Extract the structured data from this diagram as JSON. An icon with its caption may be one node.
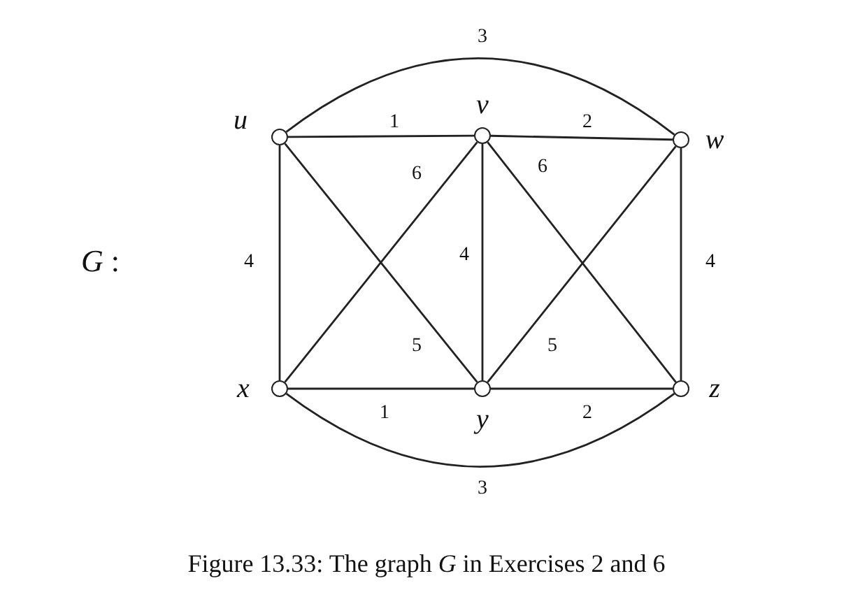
{
  "diagram": {
    "caption": "Figure 13.33: The graph *G* in Exercises 2 and 6",
    "nodes": [
      {
        "text": [],
        "shape": "circle",
        "beside": [
          "u"
        ]
      },
      {
        "text": [],
        "shape": "circle",
        "beside": [
          "v"
        ]
      },
      {
        "text": [],
        "shape": "circle",
        "beside": [
          "w"
        ]
      },
      {
        "text": [],
        "shape": "circle",
        "beside": [
          "x"
        ]
      },
      {
        "text": [],
        "shape": "circle",
        "beside": [
          "y"
        ]
      },
      {
        "text": [],
        "shape": "circle",
        "beside": [
          "z"
        ]
      }
    ],
    "edges": [
      {
        "from": 0,
        "to": 1,
        "arrow": "none",
        "label": "1"
      },
      {
        "from": 1,
        "to": 2,
        "arrow": "none",
        "label": "2"
      },
      {
        "from": 0,
        "to": 2,
        "arrow": "none",
        "label": "3"
      },
      {
        "from": 1,
        "to": 3,
        "arrow": "none",
        "label": "6"
      },
      {
        "from": 1,
        "to": 5,
        "arrow": "none",
        "label": "6"
      },
      {
        "from": 0,
        "to": 3,
        "arrow": "none",
        "label": "4"
      },
      {
        "from": 1,
        "to": 4,
        "arrow": "none",
        "label": "4"
      },
      {
        "from": 2,
        "to": 5,
        "arrow": "none",
        "label": "4"
      },
      {
        "from": 0,
        "to": 4,
        "arrow": "none",
        "label": "5"
      },
      {
        "from": 2,
        "to": 4,
        "arrow": "none",
        "label": "5"
      },
      {
        "from": 3,
        "to": 4,
        "arrow": "none",
        "label": "1"
      },
      {
        "from": 4,
        "to": 5,
        "arrow": "none",
        "label": "2"
      },
      {
        "from": 3,
        "to": 5,
        "arrow": "none",
        "label": "3"
      }
    ],
    "labels": [
      "*G* :"
    ]
  }
}
